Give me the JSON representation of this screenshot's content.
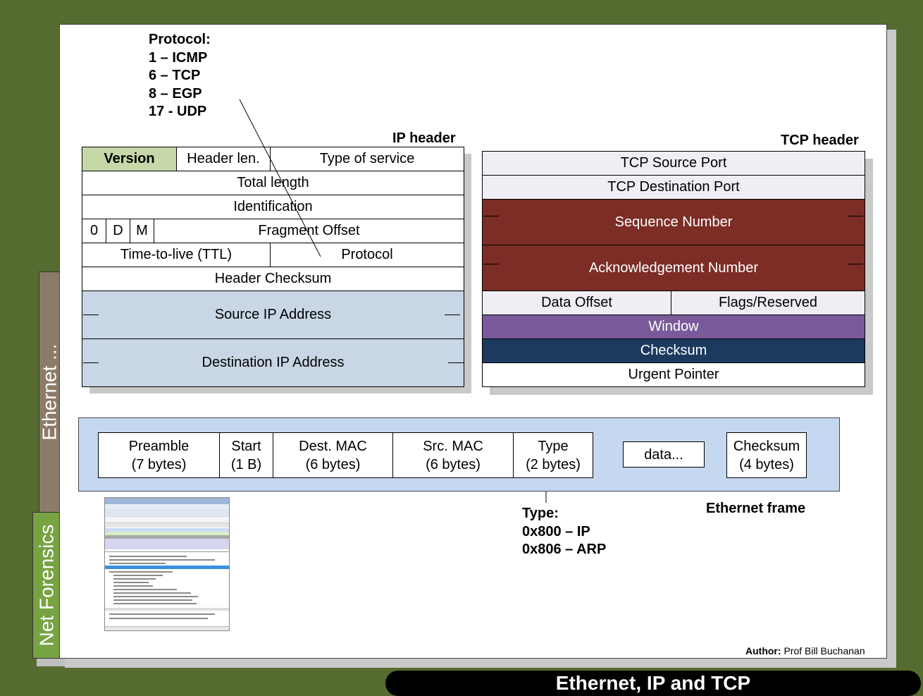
{
  "side_tabs": {
    "ethernet": "Ethernet ...",
    "forensics": "Net Forensics"
  },
  "protocol_note": {
    "heading": "Protocol:",
    "lines": [
      "1 – ICMP",
      "6 – TCP",
      "8 – EGP",
      "17 - UDP"
    ]
  },
  "ip_header": {
    "title": "IP header",
    "version": "Version",
    "header_len": "Header len.",
    "tos": "Type of service",
    "total_length": "Total length",
    "identification": "Identification",
    "flag0": "0",
    "flagD": "D",
    "flagM": "M",
    "fragment_offset": "Fragment Offset",
    "ttl": "Time-to-live (TTL)",
    "protocol": "Protocol",
    "checksum": "Header Checksum",
    "src": "Source IP Address",
    "dst": "Destination IP Address"
  },
  "tcp_header": {
    "title": "TCP header",
    "src_port": "TCP Source Port",
    "dst_port": "TCP Destination Port",
    "seq": "Sequence Number",
    "ack": "Acknowledgement Number",
    "data_offset": "Data Offset",
    "flags": "Flags/Reserved",
    "window": "Window",
    "checksum": "Checksum",
    "urgent": "Urgent Pointer"
  },
  "ethernet_frame": {
    "title": "Ethernet frame",
    "fields": [
      {
        "name": "Preamble",
        "size": "(7 bytes)"
      },
      {
        "name": "Start",
        "size": "(1 B)"
      },
      {
        "name": "Dest. MAC",
        "size": "(6 bytes)"
      },
      {
        "name": "Src. MAC",
        "size": "(6 bytes)"
      },
      {
        "name": "Type",
        "size": "(2 bytes)"
      }
    ],
    "data": "data...",
    "checksum_name": "Checksum",
    "checksum_size": "(4 bytes)"
  },
  "type_note": {
    "heading": "Type:",
    "lines": [
      "0x800 – IP",
      "0x806 – ARP"
    ]
  },
  "author": {
    "label": "Author:",
    "name": "Prof Bill Buchanan"
  },
  "footer_title": "Ethernet, IP and TCP",
  "colors": {
    "background": "#556b2f",
    "version_fill": "#c7d8a8",
    "ip_address_fill": "#c8d6e5",
    "seq_ack_fill": "#7b2d26",
    "window_fill": "#7a5a9a",
    "checksum_fill": "#1b3a5e",
    "tcp_port_fill": "#efeef5",
    "ethernet_fill": "#c6d8ef",
    "eth_tab": "#8c7b69",
    "forensics_tab": "#77a343"
  }
}
